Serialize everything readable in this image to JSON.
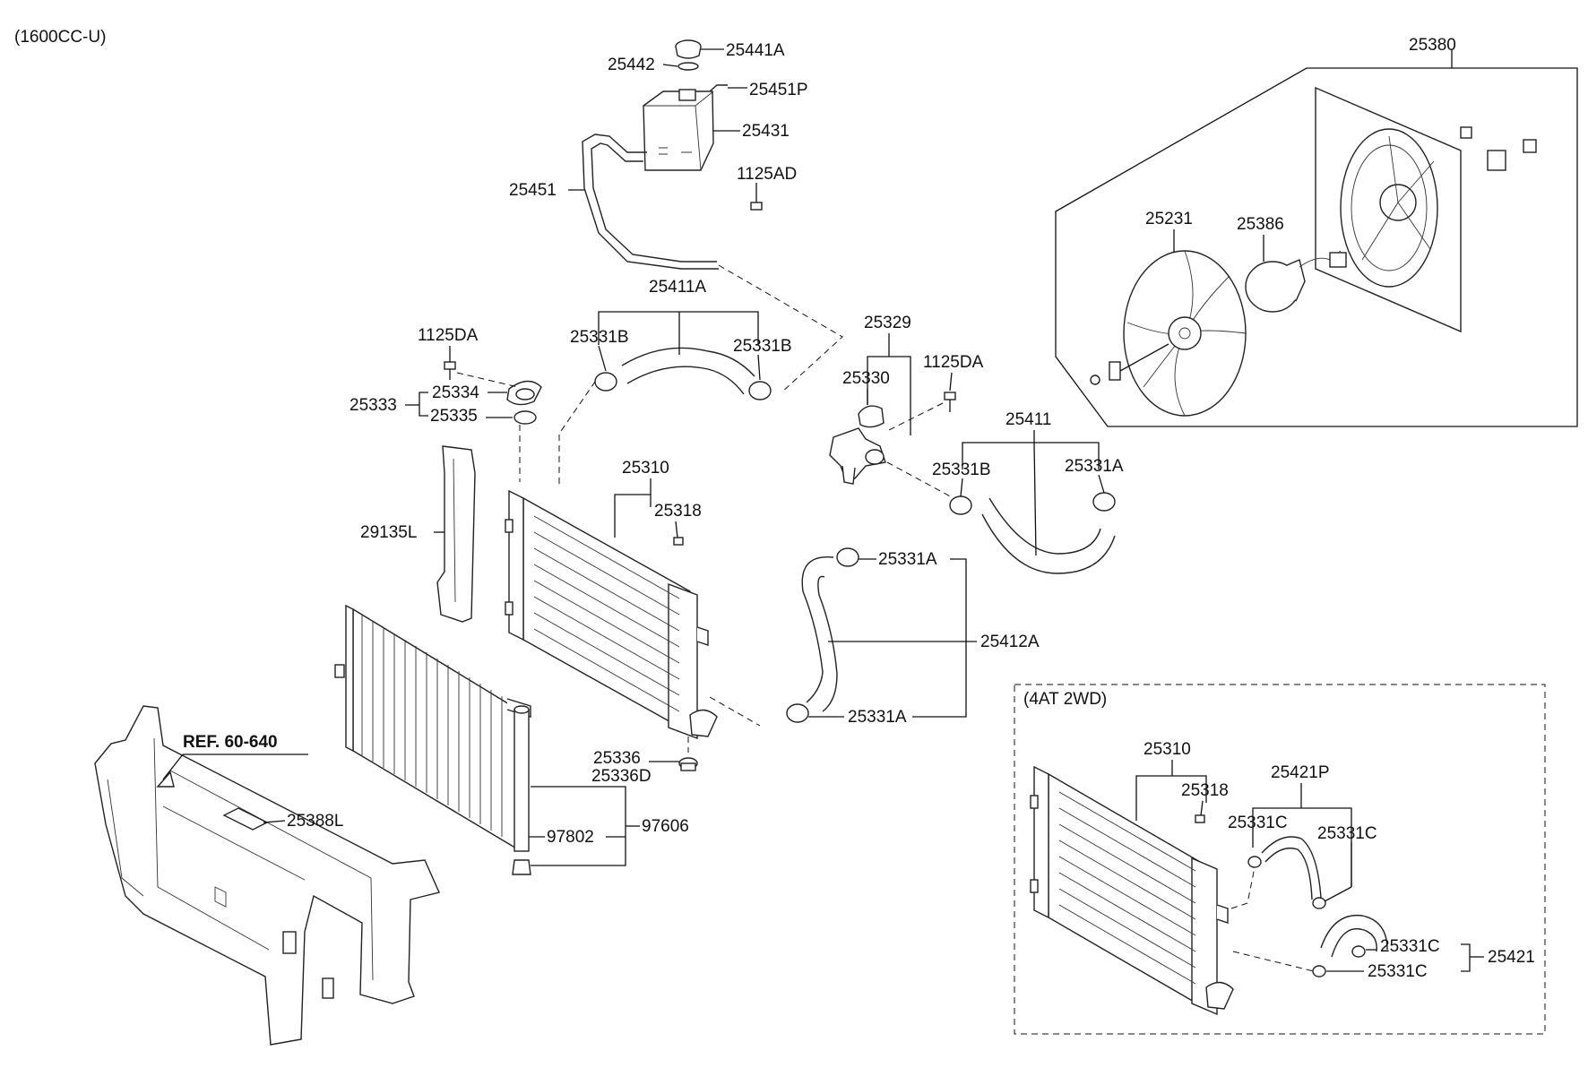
{
  "engine_label": "(1600CC-U)",
  "subgroup_label": "(4AT 2WD)",
  "ref_label": "REF. 60-640",
  "parts": {
    "p25441A": "25441A",
    "p25442": "25442",
    "p25451P": "25451P",
    "p25431": "25431",
    "p25451": "25451",
    "p1125AD": "1125AD",
    "p25411A": "25411A",
    "p25331B_l": "25331B",
    "p25331B_r": "25331B",
    "p1125DA_l": "1125DA",
    "p25334": "25334",
    "p25333": "25333",
    "p25335": "25335",
    "p25329": "25329",
    "p25330": "25330",
    "p1125DA_r": "1125DA",
    "p25411": "25411",
    "p25331B_m": "25331B",
    "p25331A_t": "25331A",
    "p25310": "25310",
    "p25318": "25318",
    "p29135L": "29135L",
    "p25331A_m": "25331A",
    "p25412A": "25412A",
    "p25331A_b": "25331A",
    "p25336": "25336",
    "p25336D": "25336D",
    "p97802": "97802",
    "p97606": "97606",
    "p25388L": "25388L",
    "p25380": "25380",
    "p25231": "25231",
    "p25386": "25386",
    "p25310_b": "25310",
    "p25318_b": "25318",
    "p25421P": "25421P",
    "p25331C_1": "25331C",
    "p25331C_2": "25331C",
    "p25331C_3": "25331C",
    "p25331C_4": "25331C",
    "p25421": "25421"
  }
}
